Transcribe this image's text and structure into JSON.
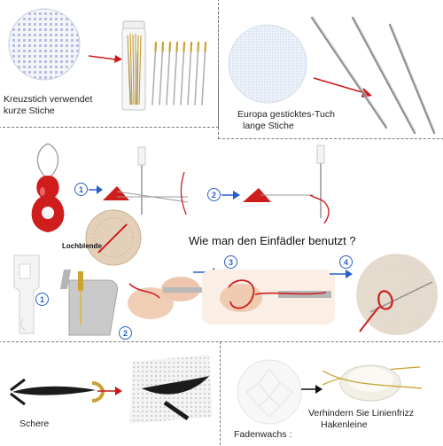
{
  "captions": {
    "kreuzstich": [
      "Kreuzstich verwendet",
      "kurze Stiche"
    ],
    "europa": [
      "Europa gesticktes-Tuch",
      "lange Stiche"
    ],
    "lochblende": "Lochblende",
    "heading": "Wie man den Einfädler benutzt ?",
    "schere": "Schere",
    "fadenwachs": "Fadenwachs :",
    "hakenleine": [
      "Verhindern Sie Linienfrizz",
      "Hakenleine"
    ]
  },
  "steps": {
    "top_row": [
      "1",
      "2"
    ],
    "bottom_row": [
      "1",
      "2",
      "3",
      "4"
    ]
  },
  "colors": {
    "accent_red": "#d01818",
    "step_blue": "#2a5fc8",
    "arrow_red": "#c81818"
  }
}
